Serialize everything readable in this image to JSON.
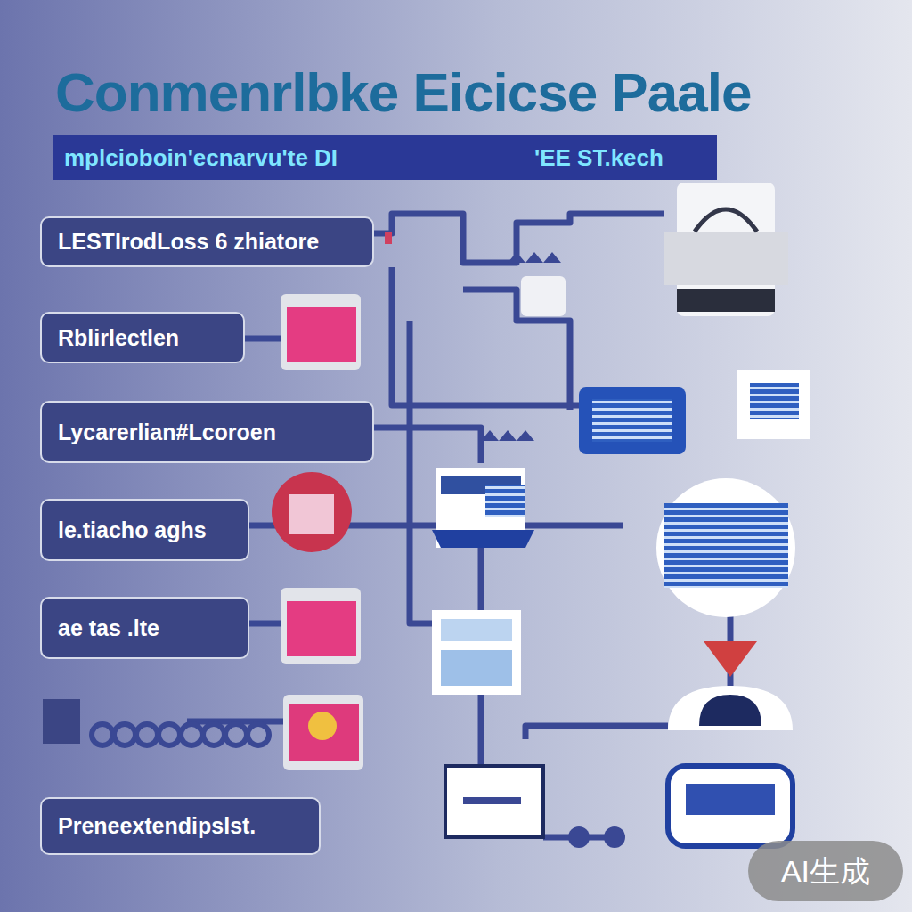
{
  "diagram": {
    "title": "Conmenrlbke Eicicse Paale",
    "nodes": [
      {
        "text": [
          "LESTIrodLoss 6 zhiatore"
        ]
      },
      {
        "text": [
          "Rblirlectlen"
        ]
      },
      {
        "text": [
          "Lycarerlian#Lcoroen"
        ]
      },
      {
        "text": [
          "le.tiacho aghs"
        ]
      },
      {
        "text": [
          "ae tas .lte"
        ]
      },
      {
        "text": [
          "Preneextendipslst."
        ]
      }
    ],
    "labels": [
      "mplcioboin'ecnarvu'te DI",
      "'EE ST.kech",
      "AI生成"
    ]
  }
}
